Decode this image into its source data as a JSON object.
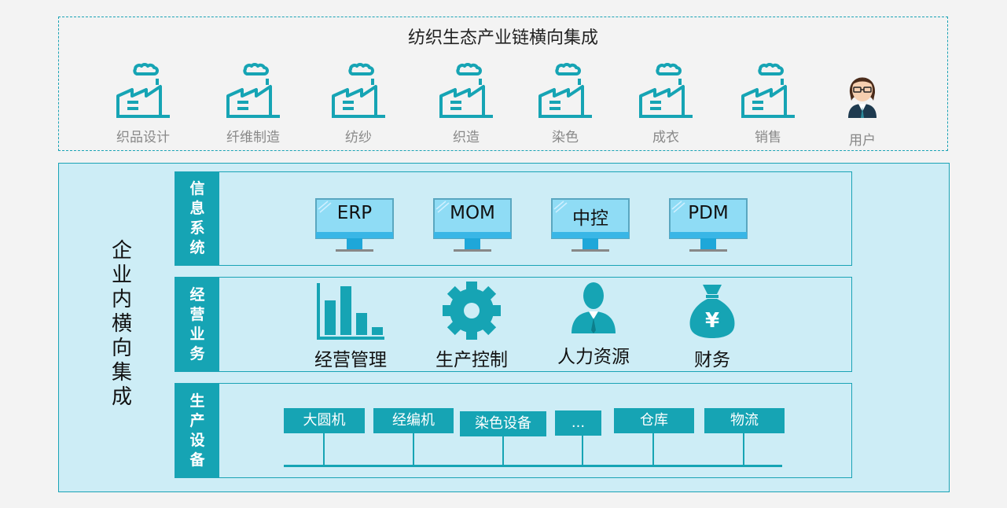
{
  "top": {
    "title": "纺织生态产业链横向集成",
    "items": [
      {
        "label": "织品设计",
        "icon": "factory-icon"
      },
      {
        "label": "纤维制造",
        "icon": "factory-icon"
      },
      {
        "label": "纺纱",
        "icon": "factory-icon"
      },
      {
        "label": "织造",
        "icon": "factory-icon"
      },
      {
        "label": "染色",
        "icon": "factory-icon"
      },
      {
        "label": "成衣",
        "icon": "factory-icon"
      },
      {
        "label": "销售",
        "icon": "factory-icon"
      },
      {
        "label": "用户",
        "icon": "user-avatar-icon"
      }
    ]
  },
  "bottom": {
    "side_title": "企业内横向集成",
    "rows": {
      "info": {
        "head": "信息系统",
        "systems": [
          "ERP",
          "MOM",
          "中控",
          "PDM"
        ]
      },
      "biz": {
        "head": "经营业务",
        "items": [
          {
            "label": "经营管理",
            "icon": "bar-chart-icon"
          },
          {
            "label": "生产控制",
            "icon": "gear-icon"
          },
          {
            "label": "人力资源",
            "icon": "person-icon"
          },
          {
            "label": "财务",
            "icon": "money-bag-icon"
          }
        ]
      },
      "equip": {
        "head": "生产设备",
        "devices": [
          "大圆机",
          "经编机",
          "染色设备",
          "...",
          "仓库",
          "物流"
        ]
      }
    }
  },
  "colors": {
    "accent": "#16a4b4",
    "panel": "#cdedf6",
    "screen": "#8fdcf5"
  }
}
